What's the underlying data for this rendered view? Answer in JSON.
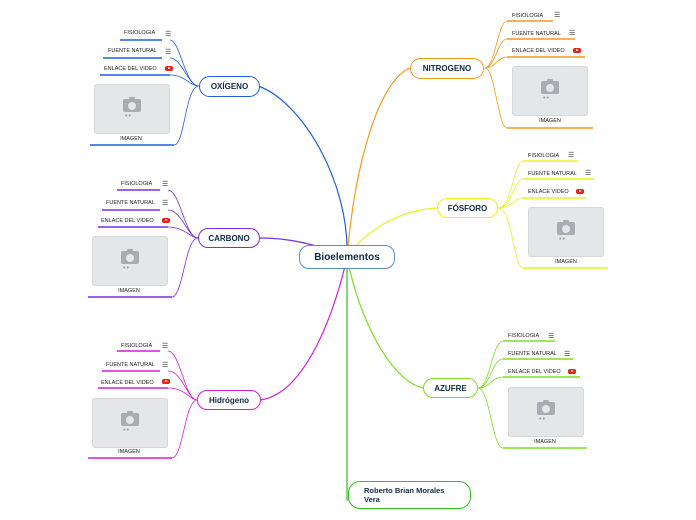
{
  "root": {
    "label": "Bioelementos"
  },
  "branches": [
    {
      "label": "OXÍGENO",
      "color": "#1f5fe0",
      "fisiologia": "FISIOLOGIA",
      "fuente": "FUENTE NATURAL",
      "video": "ENLACE DEL VIDEO",
      "imagen": "IMAGEN"
    },
    {
      "label": "CARBONO",
      "color": "#7b2fe0",
      "fisiologia": "FISIOLOGIA",
      "fuente": "FUENTE NATURAL",
      "video": "ENLACE DEL VIDEO",
      "imagen": "IMAGEN"
    },
    {
      "label": "Hidrógeno",
      "color": "#d41fd6",
      "fisiologia": "FISIOLOGIA",
      "fuente": "FUENTE NATURAL",
      "video": "ENLACE DEL VIDEO",
      "imagen": "IMAGEN"
    },
    {
      "label": "NITROGENO",
      "color": "#f59a17",
      "fisiologia": "FISIOLOGIA",
      "fuente": "FUENTE NATURAL",
      "video": "ENLACE DEL VIDEO",
      "imagen": "IMAGEN"
    },
    {
      "label": "FÓSFORO",
      "color": "#e8f21c",
      "fisiologia": "FISIOLOGIA",
      "fuente": "FUENTE NATURAL",
      "video": "ENLACE VIDEO",
      "imagen": "IMAGEN"
    },
    {
      "label": "AZUFRE",
      "color": "#7be01f",
      "fisiologia": "FISIOLOGIA",
      "fuente": "FUENTE NATURAL",
      "video": "ENLACE DEL VIDEO",
      "imagen": "IMAGEN"
    }
  ],
  "author": {
    "label": "Roberto Brian Morales Vera",
    "color": "#2ec21a"
  }
}
